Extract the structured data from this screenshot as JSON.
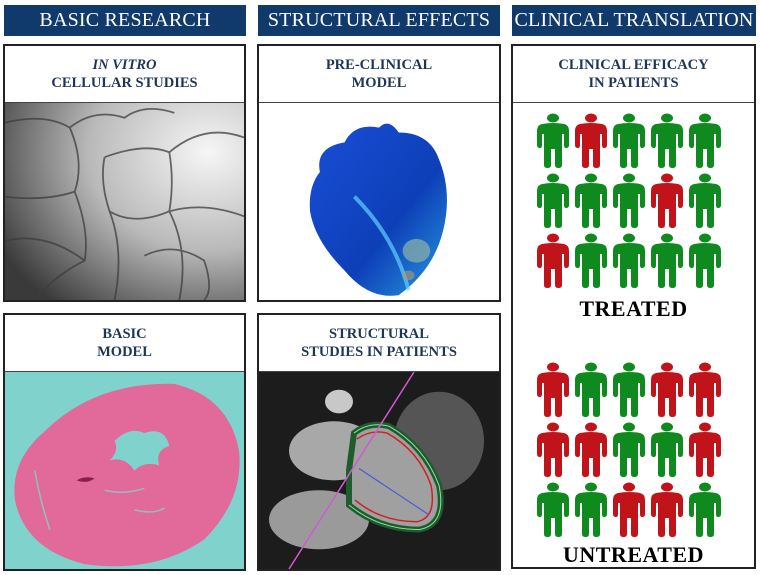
{
  "columns": [
    {
      "header": "BASIC RESEARCH"
    },
    {
      "header": "STRUCTURAL EFFECTS"
    },
    {
      "header": "CLINICAL TRANSLATION"
    }
  ],
  "panels": {
    "in_vitro": {
      "title_line1": "IN VITRO",
      "title_line2": "CELLULAR STUDIES",
      "image": "microscopy-cell-culture"
    },
    "pre_clinical": {
      "title_line1": "PRE-CLINICAL",
      "title_line2": "MODEL",
      "image": "3d-heart-blue"
    },
    "basic_model": {
      "title_line1": "BASIC",
      "title_line2": "MODEL",
      "image": "histology-heart-section"
    },
    "structural_patients": {
      "title_line1": "STRUCTURAL",
      "title_line2": "STUDIES IN PATIENTS",
      "image": "cardiac-mri"
    },
    "clinical": {
      "title_line1": "CLINICAL EFFICACY",
      "title_line2": "IN PATIENTS",
      "treated": {
        "label": "TREATED",
        "grid": [
          [
            "G",
            "R",
            "G",
            "G",
            "G"
          ],
          [
            "G",
            "G",
            "G",
            "R",
            "G"
          ],
          [
            "R",
            "G",
            "G",
            "G",
            "G"
          ]
        ]
      },
      "untreated": {
        "label": "UNTREATED",
        "grid": [
          [
            "R",
            "G",
            "G",
            "R",
            "R"
          ],
          [
            "R",
            "R",
            "G",
            "G",
            "R"
          ],
          [
            "G",
            "G",
            "R",
            "R",
            "G"
          ]
        ]
      }
    }
  },
  "colors": {
    "header_bg": "#0f3a6b",
    "title_text": "#1d3658",
    "person_green": "#0f8a1e",
    "person_red": "#c0141a"
  }
}
